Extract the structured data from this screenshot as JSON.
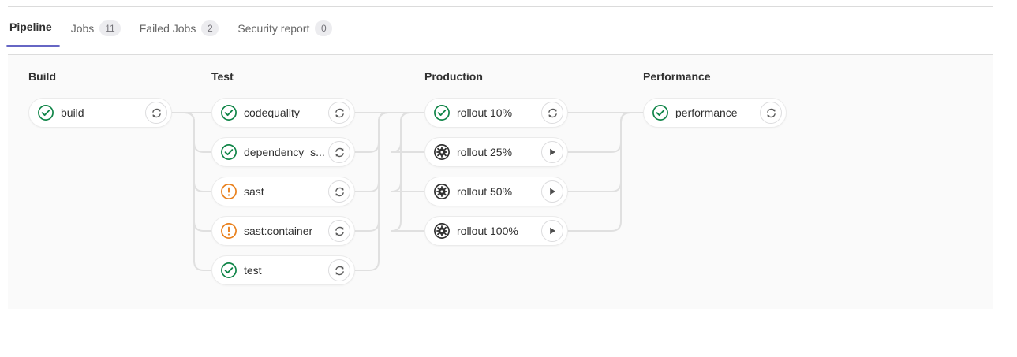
{
  "tabs": [
    {
      "label": "Pipeline",
      "count": null,
      "active": true,
      "name": "tab-pipeline"
    },
    {
      "label": "Jobs",
      "count": "11",
      "active": false,
      "name": "tab-jobs"
    },
    {
      "label": "Failed Jobs",
      "count": "2",
      "active": false,
      "name": "tab-failed-jobs"
    },
    {
      "label": "Security report",
      "count": "0",
      "active": false,
      "name": "tab-security-report"
    }
  ],
  "colors": {
    "accent": "#6666c4",
    "success": "#108548",
    "warning": "#e9801c",
    "manual": "#303030",
    "panel_bg": "#fafafa",
    "connector": "#e0e0e0"
  },
  "pipeline": {
    "stages": [
      {
        "title": "Build",
        "jobs": [
          {
            "name": "build",
            "status": "success",
            "action": "retry",
            "action_icon": "retry-icon"
          }
        ]
      },
      {
        "title": "Test",
        "jobs": [
          {
            "name": "codequality",
            "status": "success",
            "action": "retry",
            "action_icon": "retry-icon"
          },
          {
            "name": "dependency_s...",
            "status": "success",
            "action": "retry",
            "action_icon": "retry-icon"
          },
          {
            "name": "sast",
            "status": "warning",
            "action": "retry",
            "action_icon": "retry-icon"
          },
          {
            "name": "sast:container",
            "status": "warning",
            "action": "retry",
            "action_icon": "retry-icon"
          },
          {
            "name": "test",
            "status": "success",
            "action": "retry",
            "action_icon": "retry-icon"
          }
        ]
      },
      {
        "title": "Production",
        "jobs": [
          {
            "name": "rollout 10%",
            "status": "success",
            "action": "retry",
            "action_icon": "retry-icon"
          },
          {
            "name": "rollout 25%",
            "status": "manual",
            "action": "play",
            "action_icon": "play-icon"
          },
          {
            "name": "rollout 50%",
            "status": "manual",
            "action": "play",
            "action_icon": "play-icon"
          },
          {
            "name": "rollout 100%",
            "status": "manual",
            "action": "play",
            "action_icon": "play-icon"
          }
        ]
      },
      {
        "title": "Performance",
        "jobs": [
          {
            "name": "performance",
            "status": "success",
            "action": "retry",
            "action_icon": "retry-icon"
          }
        ]
      }
    ]
  }
}
